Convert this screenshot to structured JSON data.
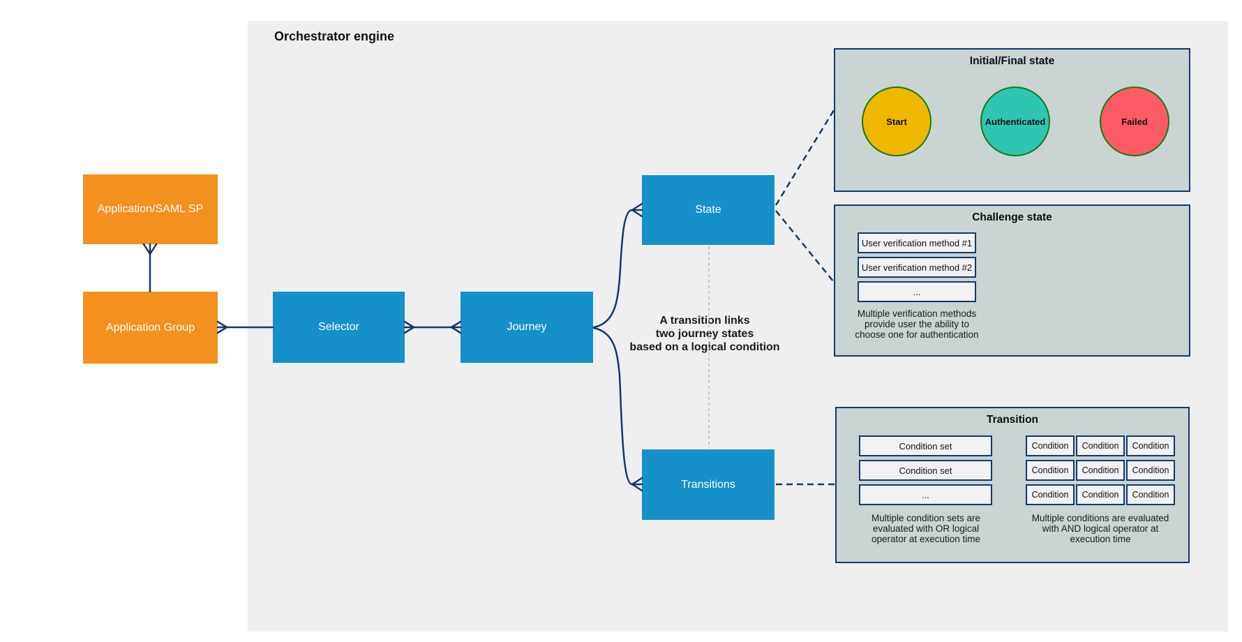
{
  "engine": {
    "title": "Orchestrator engine"
  },
  "nodes": {
    "app_saml": {
      "label": "Application/SAML SP"
    },
    "app_group": {
      "label": "Application Group"
    },
    "selector": {
      "label": "Selector"
    },
    "journey": {
      "label": "Journey"
    },
    "state": {
      "label": "State"
    },
    "transitions": {
      "label": "Transitions"
    }
  },
  "annotation": {
    "lines": [
      "A transition links",
      "two journey states",
      "based on a logical condition"
    ]
  },
  "initial_final_panel": {
    "title": "Initial/Final state",
    "states": [
      {
        "label": "Start",
        "color": "#efb700"
      },
      {
        "label": "Authenticated",
        "color": "#2ec5b1"
      },
      {
        "label": "Failed",
        "color": "#fc5b63"
      }
    ]
  },
  "challenge_panel": {
    "title": "Challenge state",
    "rows": [
      "User verification method #1",
      "User verification method #2",
      "..."
    ],
    "caption": [
      "Multiple verification methods",
      "provide user the ability to",
      "choose one for authentication"
    ]
  },
  "transition_panel": {
    "title": "Transition",
    "condition_sets": [
      "Condition set",
      "Condition set",
      "..."
    ],
    "condition_cell": "Condition",
    "or_caption": [
      "Multiple condition sets are",
      "evaluated with OR logical",
      "operator at execution time"
    ],
    "and_caption": [
      "Multiple conditions are evaluated",
      "with AND logical operator at",
      "execution time"
    ]
  },
  "colors": {
    "engine_bg": "#efefef",
    "node_orange": "#f3911e",
    "node_blue": "#1690c8",
    "panel_bg": "#c9d4d3",
    "line_navy": "#14386b",
    "circle_border_green": "#157a15",
    "dashed_gray": "#b8b8b8"
  }
}
